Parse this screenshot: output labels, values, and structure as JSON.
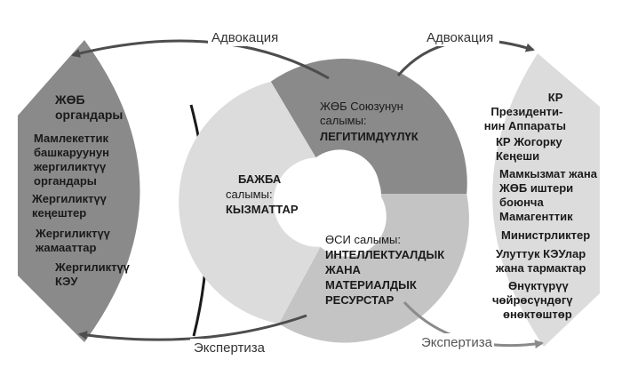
{
  "colors": {
    "dark_gray": "#8a8a8a",
    "mid_gray": "#c4c4c4",
    "light_gray": "#dcdcdc",
    "arrow_dark": "#4d4d4d",
    "arrow_light": "#8a8a8a"
  },
  "left_panel": {
    "items": [
      {
        "lines": [
          "ЖӨБ",
          "органдары"
        ]
      },
      {
        "lines": [
          "Мамлекеттик",
          "башкаруунун",
          "жергиликтүү",
          "органдары"
        ]
      },
      {
        "lines": [
          "Жергиликтүү",
          "кеңештер"
        ]
      },
      {
        "lines": [
          "Жергиликтүү",
          "жамааттар"
        ]
      },
      {
        "lines": [
          "Жергиликтүү",
          "КЭУ"
        ]
      }
    ]
  },
  "center": {
    "segment_top": {
      "lines": [
        "ЖӨБ Союзунун",
        "салымы:",
        "ЛЕГИТИМДҮҮЛҮК"
      ]
    },
    "segment_left": {
      "lines": [
        "БАЖБА",
        "салымы:",
        "КЫЗМАТТАР"
      ]
    },
    "segment_bottom": {
      "lines": [
        "ӨСИ салымы:",
        "ИНТЕЛЛЕКТУАЛДЫК",
        "ЖАНА",
        "МАТЕРИАЛДЫК",
        "РЕСУРСТАР"
      ]
    }
  },
  "right_panel": {
    "items": [
      {
        "lines": [
          "КР",
          "Президенти-",
          "нин Аппараты"
        ]
      },
      {
        "lines": [
          "КР Жогорку",
          "Кеңеши"
        ]
      },
      {
        "lines": [
          "Мамкызмат жана",
          "ЖӨБ иштери",
          "боюнча",
          "Мамагенттик"
        ]
      },
      {
        "lines": [
          "Министрликтер"
        ]
      },
      {
        "lines": [
          "Улуттук КЭУлар",
          "жана тармактар"
        ]
      },
      {
        "lines": [
          "Өнүктүрүү",
          "чөйрөсүндөгү",
          "өнөктөштөр"
        ]
      }
    ]
  },
  "arrows": {
    "top_left_label": "Адвокация",
    "top_right_label": "Адвокация",
    "bottom_left_label": "Экспертиза",
    "bottom_right_label": "Экспертиза"
  }
}
